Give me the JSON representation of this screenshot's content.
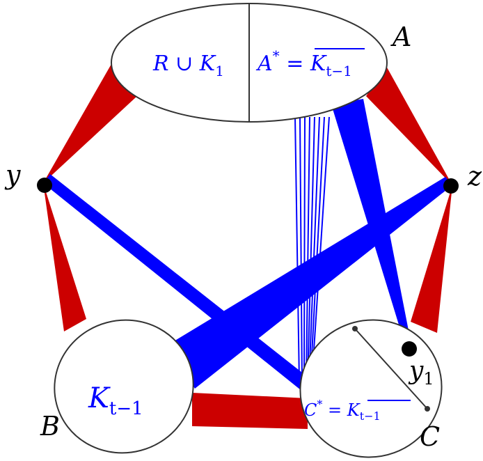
{
  "colors": {
    "red": "#cc0000",
    "blue": "#0000ff",
    "outline": "#333333",
    "vertex": "#000000"
  },
  "labels": {
    "A": "A",
    "B": "B",
    "C": "C",
    "y": "y",
    "z": "z",
    "y1": "y",
    "y1_sub": "1"
  },
  "sets": {
    "top_left": {
      "text": "R ∪ K",
      "sub": "1"
    },
    "top_right": {
      "main": "A",
      "sup": "*",
      "eq": " = ",
      "bar": "K",
      "sub": "t−1"
    },
    "bottom_left": {
      "main": "K",
      "sub": "t−1"
    },
    "bottom_right": {
      "main": "C",
      "sup": "*",
      "eq": " = ",
      "bar": "K",
      "sub": "t−1"
    }
  }
}
